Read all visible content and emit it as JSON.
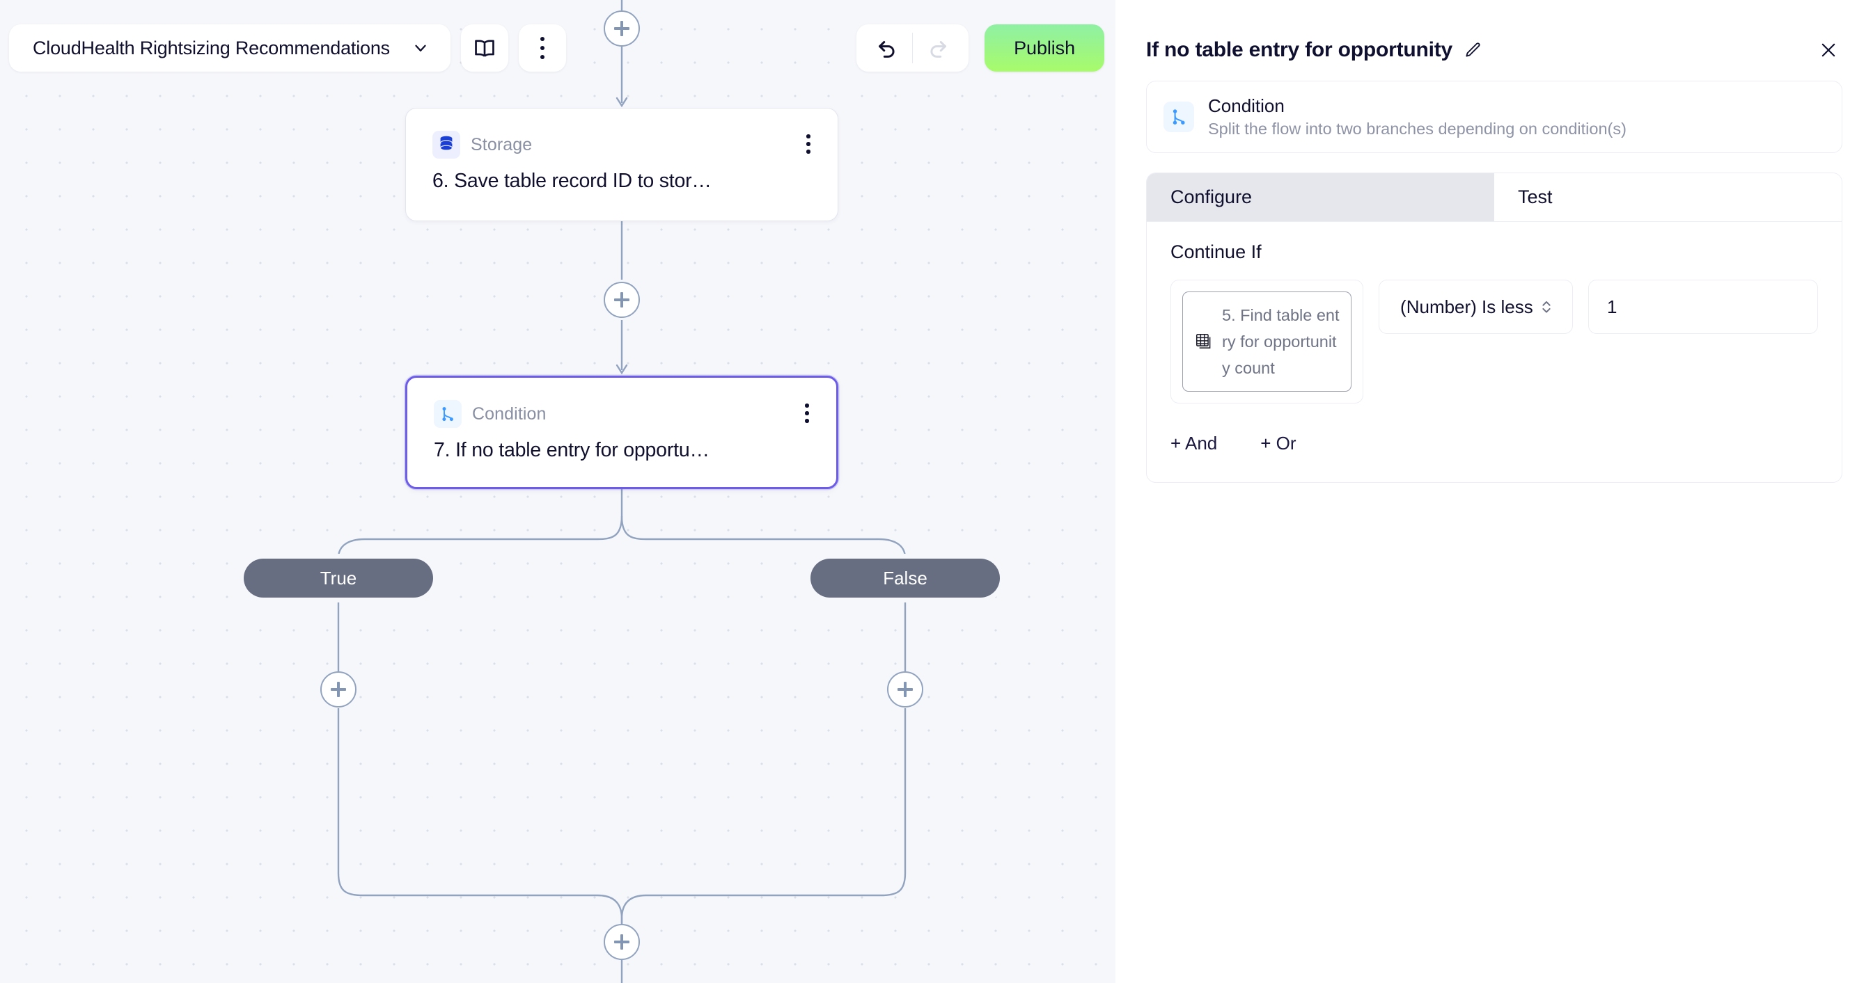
{
  "toolbar": {
    "flow_name": "CloudHealth Rightsizing Recommendations",
    "chevron_icon": "chevron-down-icon",
    "docs_icon": "book-icon",
    "more_icon": "kebab-menu-icon",
    "undo_icon": "undo-arrow-icon",
    "redo_icon": "redo-arrow-icon",
    "publish_label": "Publish",
    "publish_gradient_from": "#8ff0a4",
    "publish_gradient_to": "#a8fb6a"
  },
  "canvas": {
    "background": "#f6f7fb",
    "connector_color": "#91a3bf",
    "add_step_icon": "plus-icon",
    "nodes": [
      {
        "kind": "Storage",
        "kind_icon": "database-icon",
        "title": "6. Save table record ID to stor…",
        "menu_icon": "kebab-menu-icon",
        "selected": false
      },
      {
        "kind": "Condition",
        "kind_icon": "branch-icon",
        "title": "7. If no table entry for opportu…",
        "menu_icon": "kebab-menu-icon",
        "selected": true,
        "selection_color": "#6c5ce7"
      }
    ],
    "branches": [
      {
        "label": "True"
      },
      {
        "label": "False"
      }
    ]
  },
  "panel": {
    "title": "If no table entry for opportunity",
    "edit_icon": "pencil-icon",
    "close_icon": "close-icon",
    "info": {
      "icon": "branch-icon",
      "name": "Condition",
      "description": "Split the flow into two branches depending on condition(s)"
    },
    "tabs": [
      {
        "label": "Configure",
        "active": true
      },
      {
        "label": "Test",
        "active": false
      }
    ],
    "section_label": "Continue If",
    "condition": {
      "variable_icon": "table-icon",
      "variable_label": "5. Find table entry for opportunity count",
      "operator": "(Number) Is less",
      "operator_icon": "chevron-updown-icon",
      "value": "1"
    },
    "add_and_label": "+ And",
    "add_or_label": "+ Or"
  }
}
